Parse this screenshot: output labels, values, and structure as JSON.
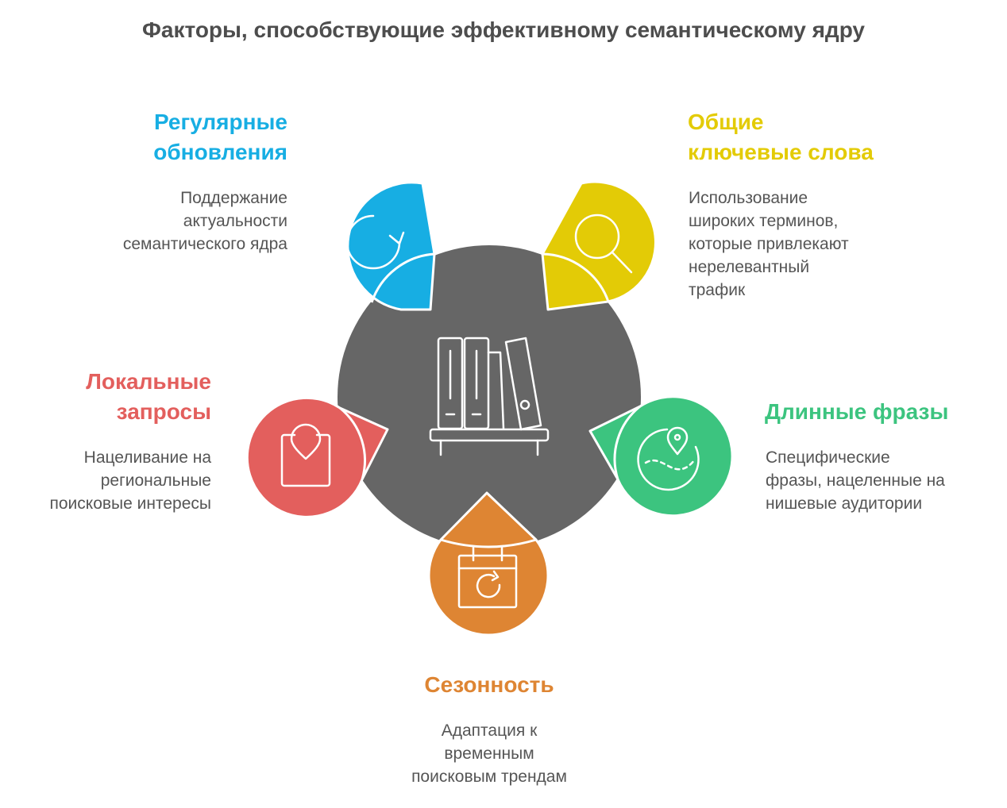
{
  "title": "Факторы, способствующие эффективному семантическому ядру",
  "colors": {
    "center": "#666666",
    "blue": "#17aee3",
    "yellow": "#e3cb06",
    "red": "#e35f5d",
    "green": "#3cc47f",
    "orange": "#de8533"
  },
  "factors": [
    {
      "key": "regular",
      "heading_line1": "Регулярные",
      "heading_line2": "обновления",
      "description": [
        "Поддержание",
        "актуальности",
        "семантического ядра"
      ],
      "color": "#17aee3",
      "icon": "refresh-icon"
    },
    {
      "key": "general",
      "heading_line1": "Общие",
      "heading_line2": "ключевые слова",
      "description": [
        "Использование",
        "широких терминов,",
        "которые привлекают",
        "нерелевантный",
        "трафик"
      ],
      "color": "#e3cb06",
      "icon": "magnifier-icon"
    },
    {
      "key": "local",
      "heading_line1": "Локальные",
      "heading_line2": "запросы",
      "description": [
        "Нацеливание на",
        "региональные",
        "поисковые интересы"
      ],
      "color": "#e35f5d",
      "icon": "location-bag-icon"
    },
    {
      "key": "longtail",
      "heading_line1": "Длинные фразы",
      "heading_line2": "",
      "description": [
        "Специфические",
        "фразы, нацеленные на",
        "нишевые аудитории"
      ],
      "color": "#3cc47f",
      "icon": "map-route-icon"
    },
    {
      "key": "seasonal",
      "heading_line1": "Сезонность",
      "heading_line2": "",
      "description": [
        "Адаптация к",
        "временным",
        "поисковым трендам"
      ],
      "color": "#de8533",
      "icon": "calendar-refresh-icon"
    }
  ],
  "center_icon": "bookshelf-icon"
}
